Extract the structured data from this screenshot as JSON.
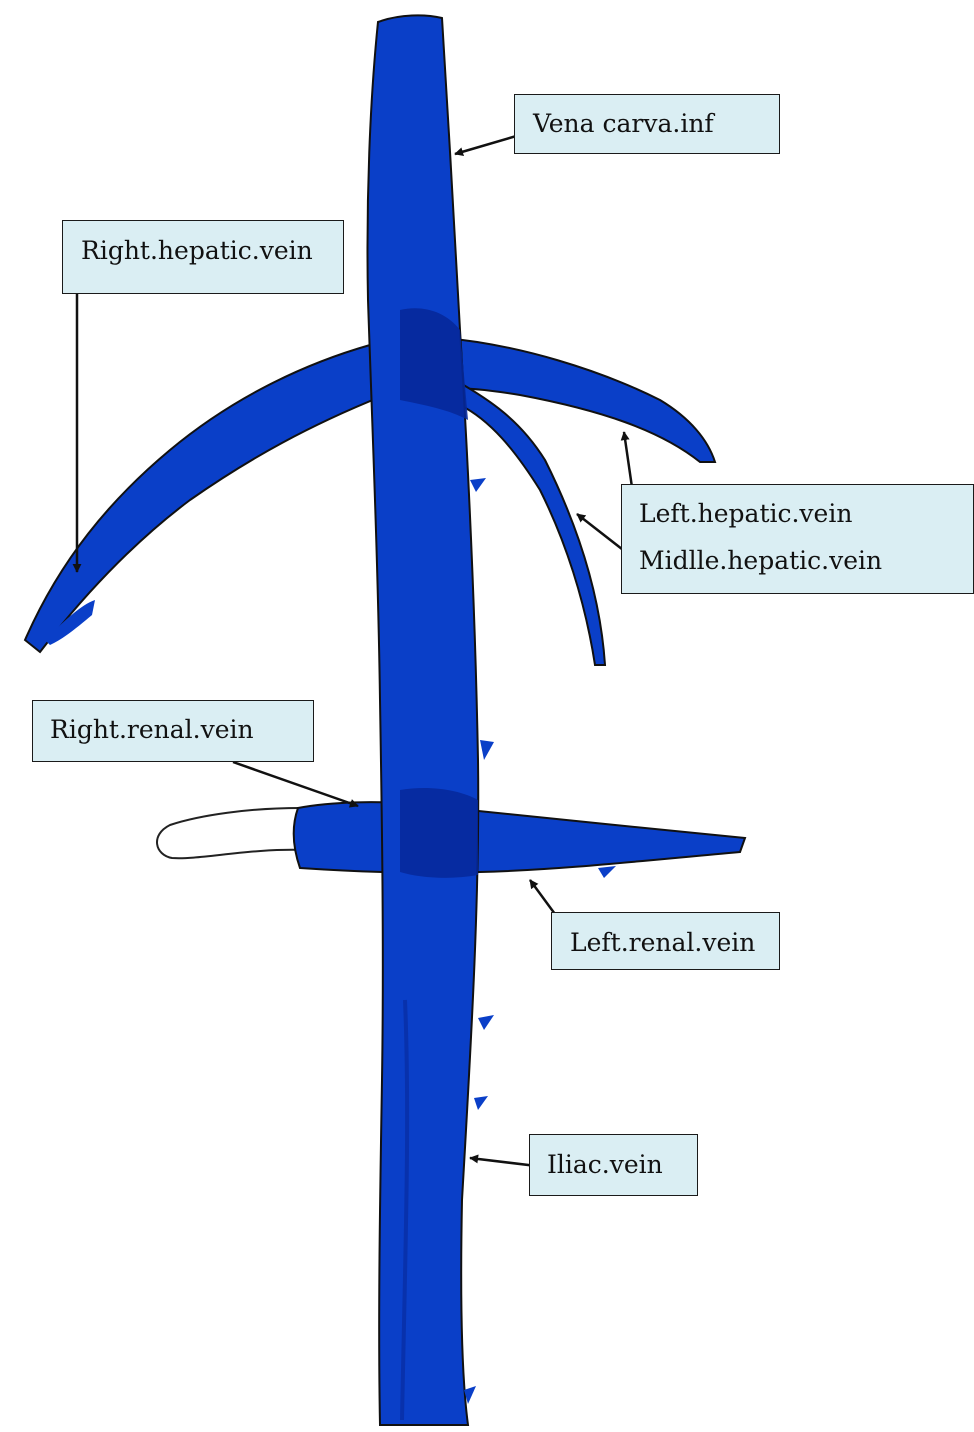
{
  "colors": {
    "vein_fill": "#0a3fc8",
    "vein_dark": "#06289a",
    "outline": "#111111",
    "label_bg": "#daeef3"
  },
  "labels": {
    "vena_cava_inf": "Vena carva.inf",
    "right_hepatic_vein": "Right.hepatic.vein",
    "left_hepatic_vein": "Left.hepatic.vein",
    "middle_hepatic_vein": "Midlle.hepatic.vein",
    "right_renal_vein": "Right.renal.vein",
    "left_renal_vein": "Left.renal.vein",
    "iliac_vein": "Iliac.vein"
  }
}
